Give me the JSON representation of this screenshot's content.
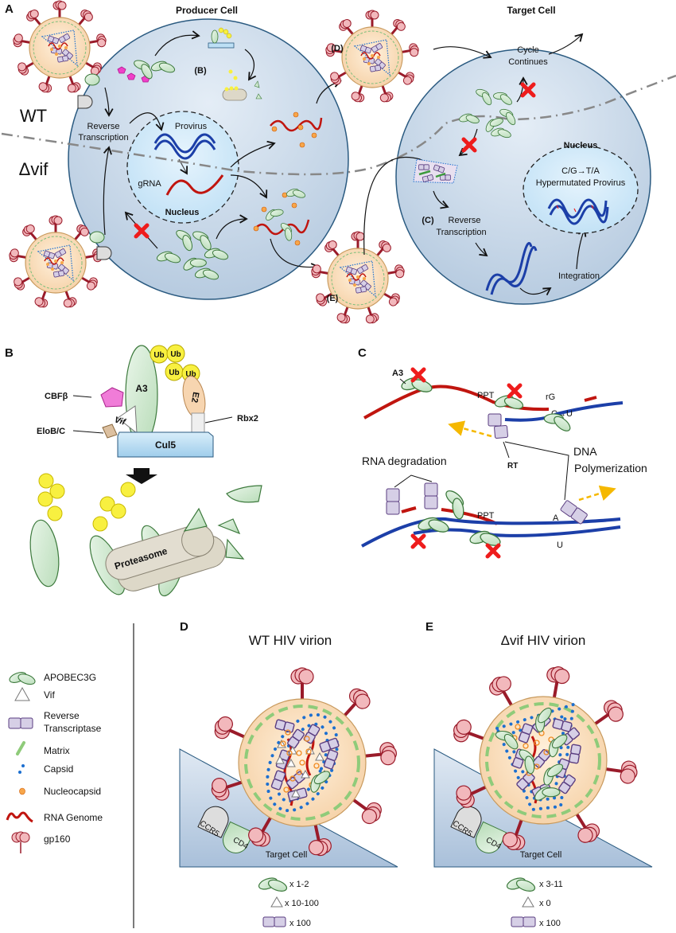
{
  "panels": {
    "A": {
      "letter": "A",
      "producer_cell_title": "Producer Cell",
      "target_cell_title": "Target Cell",
      "wt_label": "WT",
      "dvif_label": "Δvif",
      "rt_line1": "Reverse",
      "rt_line2": "Transcription",
      "provirus": "Provirus",
      "grna": "gRNA",
      "nucleus": "Nucleus",
      "step_b": "(B)",
      "step_d": "(D)",
      "step_e": "(E)",
      "step_c": "(C)",
      "cycle_line1": "Cycle",
      "cycle_line2": "Continues",
      "target_nucleus": "Nucleus",
      "mutation": "C/G→T/A",
      "hypermutated": "Hypermutated Provirus",
      "target_rt_line1": "Reverse",
      "target_rt_line2": "Transcription",
      "integration": "Integration"
    },
    "B": {
      "letter": "B",
      "ub": "Ub",
      "a3": "A3",
      "e2": "E2",
      "cbfb": "CBFβ",
      "vif": "Vif",
      "elobc": "EloB/C",
      "rbx2": "Rbx2",
      "cul5": "Cul5",
      "proteasome": "Proteasome"
    },
    "C": {
      "letter": "C",
      "a3": "A3",
      "ppt_top": "PPT",
      "rg": "rG",
      "c_to_u": "C→U",
      "rt": "RT",
      "rna_degradation": "RNA degradation",
      "dna_line1": "DNA",
      "dna_line2": "Polymerization",
      "ppt_bottom": "PPT",
      "a": "A",
      "u": "U"
    },
    "D": {
      "letter": "D",
      "title": "WT HIV virion",
      "ccr5": "CCR5",
      "cd4": "CD4",
      "target_cell": "Target Cell",
      "counts": [
        {
          "item": "APOBEC3G",
          "value": "x 1-2"
        },
        {
          "item": "Vif",
          "value": "x 10-100"
        },
        {
          "item": "Reverse Transcriptase",
          "value": "x 100"
        }
      ]
    },
    "E": {
      "letter": "E",
      "title": "Δvif HIV virion",
      "ccr5": "CCR5",
      "cd4": "CD4",
      "target_cell": "Target Cell",
      "counts": [
        {
          "item": "APOBEC3G",
          "value": "x 3-11"
        },
        {
          "item": "Vif",
          "value": "x 0"
        },
        {
          "item": "Reverse Transcriptase",
          "value": "x 100"
        }
      ]
    }
  },
  "legend": [
    {
      "icon": "apobec3g-icon",
      "label": "APOBEC3G"
    },
    {
      "icon": "vif-icon",
      "label": "Vif"
    },
    {
      "icon": "reverse-transcriptase-icon",
      "label": "Reverse",
      "label2": "Transcriptase"
    },
    {
      "icon": "matrix-icon",
      "label": "Matrix"
    },
    {
      "icon": "capsid-icon",
      "label": "Capsid"
    },
    {
      "icon": "nucleocapsid-icon",
      "label": "Nucleocapsid"
    },
    {
      "icon": "rna-genome-icon",
      "label": "RNA Genome"
    },
    {
      "icon": "gp160-icon",
      "label": "gp160"
    }
  ],
  "colors": {
    "cell_fill": "#c9d8e8",
    "cell_stroke": "#2a5a80",
    "nucleus_fill": "#cfe8f8",
    "a3_green": "#cfe8cf",
    "a3_stroke": "#3d7a3d",
    "rna_red": "#c0150f",
    "dna_blue": "#1c3fa8",
    "rt_purple": "#d6cfe6",
    "rt_stroke": "#5a3d80",
    "virion_fill": "#fbe0c0",
    "gp160_fill": "#f2b8bc",
    "gp160_stroke": "#9a1b2a",
    "ub_yellow": "#f8f040",
    "cul5_fill": "#bde0f5",
    "cross_red": "#ee1c1c",
    "arrow_yellow": "#f5b800"
  }
}
